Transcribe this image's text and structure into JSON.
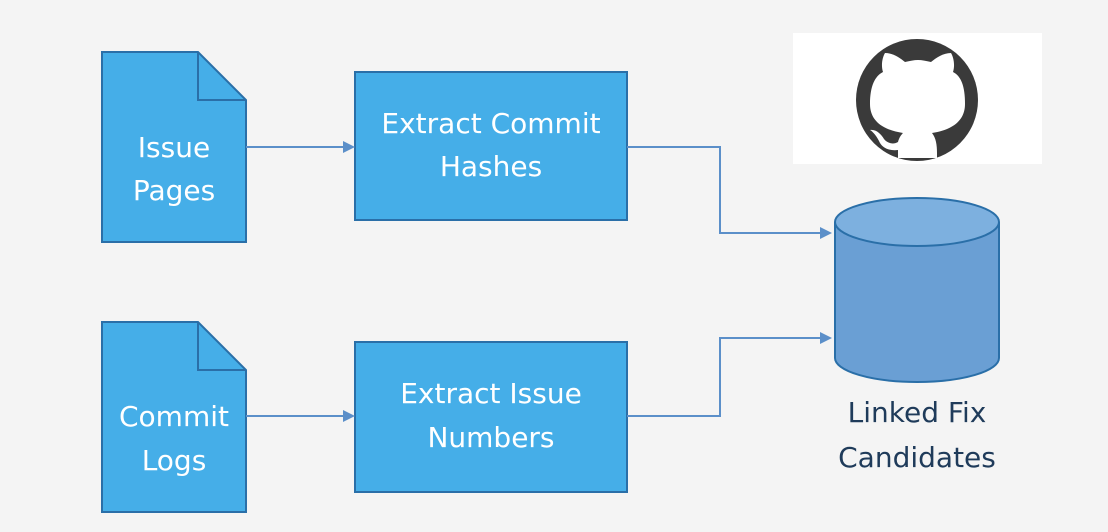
{
  "colors": {
    "background": "#f4f4f4",
    "node_fill": "#45aee8",
    "node_stroke": "#2a6fa8",
    "cylinder_fill": "#6a9fd4",
    "cylinder_top": "#7db0df",
    "cylinder_stroke": "#2a6fa8",
    "arrow": "#5b8fc9",
    "label_text": "#1f3b5a",
    "logo_panel": "#ffffff",
    "logo_dark": "#3a3a3a"
  },
  "nodes": {
    "issue_pages": {
      "line1": "Issue",
      "line2": "Pages"
    },
    "commit_logs": {
      "line1": "Commit",
      "line2": "Logs"
    },
    "extract_commit_hashes": {
      "line1": "Extract Commit",
      "line2": "Hashes"
    },
    "extract_issue_numbers": {
      "line1": "Extract Issue",
      "line2": "Numbers"
    },
    "linked_fix_candidates": {
      "line1": "Linked Fix",
      "line2": "Candidates"
    }
  },
  "icons": {
    "logo": "github-icon"
  }
}
